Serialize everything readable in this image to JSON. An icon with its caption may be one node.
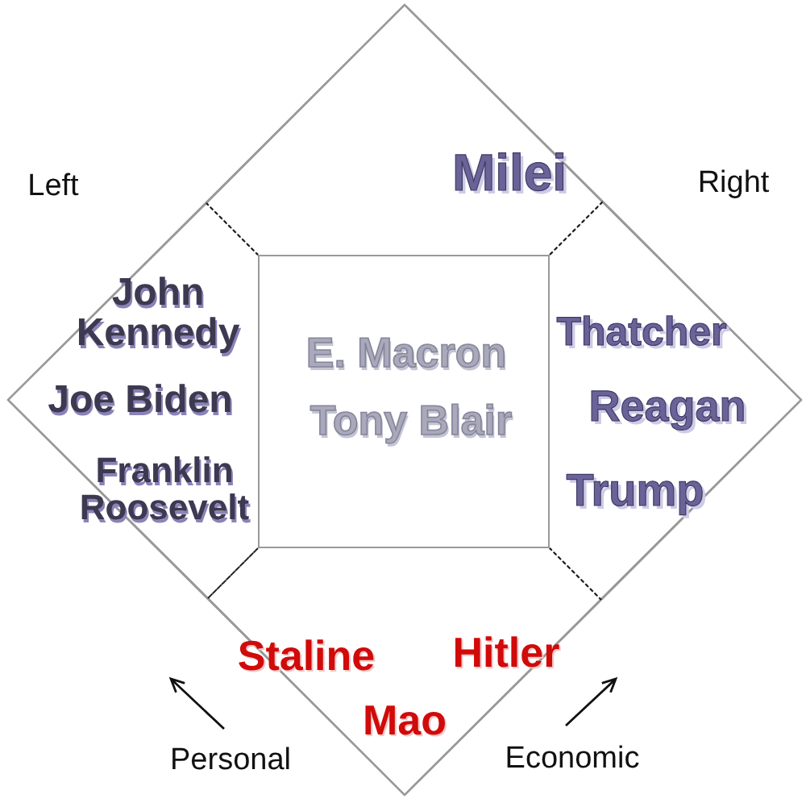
{
  "diagram": {
    "nodes": [
      {
        "text": [],
        "shape": "diamond"
      },
      {
        "text": [
          "Milei"
        ],
        "in": 0
      },
      {
        "text": [
          "John Kennedy",
          "Joe Biden",
          "Franklin Roosevelt"
        ],
        "in": 0
      },
      {
        "text": [
          "E. Macron",
          "Tony Blair"
        ],
        "in": 0
      },
      {
        "text": [
          "Thatcher",
          "Reagan",
          "Trump"
        ],
        "in": 0
      },
      {
        "text": [
          "Staline",
          "Hitler",
          "Mao"
        ],
        "in": 0
      }
    ],
    "labels": [
      "Left",
      "Right",
      "Personal",
      "Economic"
    ]
  }
}
